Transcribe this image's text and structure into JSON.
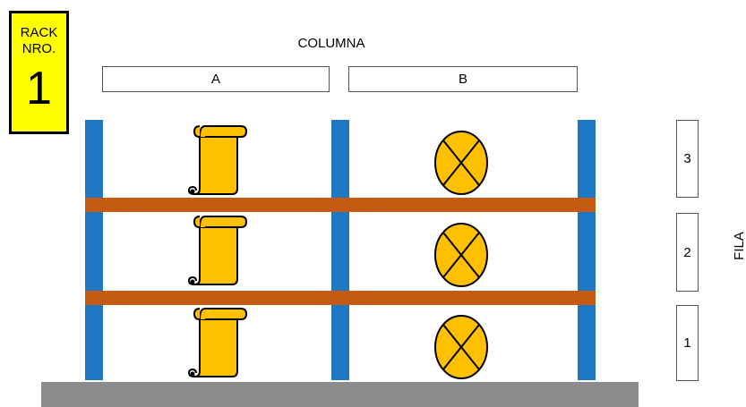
{
  "rack": {
    "label_line1": "RACK",
    "label_line2": "NRO.",
    "number": "1"
  },
  "columns": {
    "title": "COLUMNA",
    "items": [
      "A",
      "B"
    ]
  },
  "rows": {
    "title": "FILA",
    "items": [
      "3",
      "2",
      "1"
    ]
  },
  "cells": {
    "column_a": [
      "scroll-icon",
      "scroll-icon",
      "scroll-icon"
    ],
    "column_b": [
      "circle-x-icon",
      "circle-x-icon",
      "circle-x-icon"
    ]
  },
  "colors": {
    "badge": "#ffff00",
    "post": "#1f77c4",
    "beam": "#c55a11",
    "item_fill": "#ffc000",
    "ground": "#8c8c8c"
  }
}
